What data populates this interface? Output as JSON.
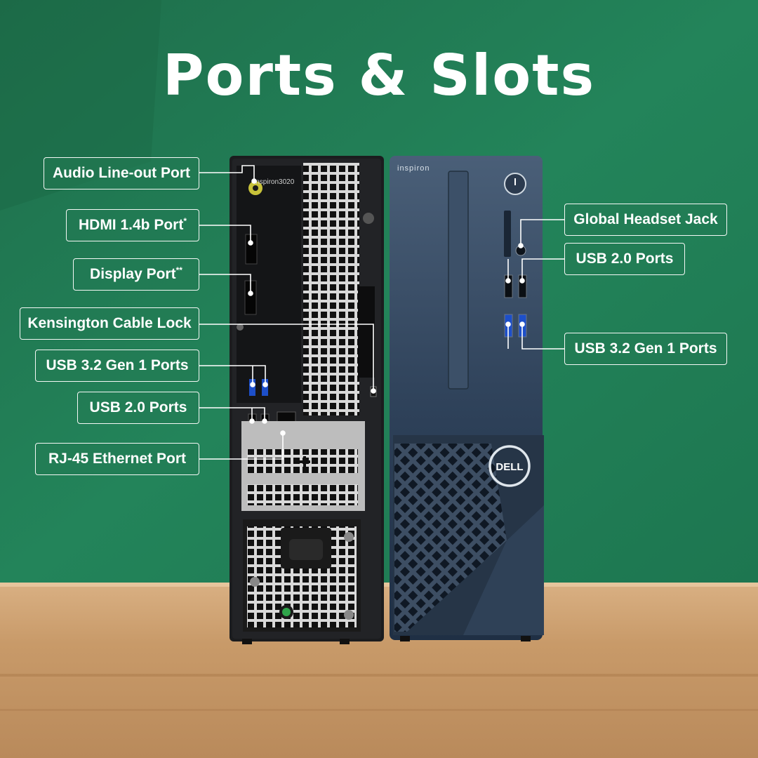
{
  "title": "Ports & Slots",
  "case_brand": "inspiron",
  "rear_model": "inspiron3020",
  "logo_text": "DELL",
  "colors": {
    "wall": "#1f7f56",
    "wood": "#c79a6a",
    "callout_fill": "#227a54",
    "front_panel": "#2b3b52",
    "rear_panel": "#1b1c1e"
  },
  "callouts_left": [
    {
      "label": "Audio Line-out Port",
      "mark": ""
    },
    {
      "label": "HDMI 1.4b Port",
      "mark": "*"
    },
    {
      "label": "Display Port",
      "mark": "**"
    },
    {
      "label": "Kensington Cable Lock",
      "mark": ""
    },
    {
      "label": "USB 3.2 Gen 1 Ports",
      "mark": ""
    },
    {
      "label": "USB 2.0 Ports",
      "mark": ""
    },
    {
      "label": "RJ-45 Ethernet Port",
      "mark": ""
    }
  ],
  "callouts_right": [
    {
      "label": "Global Headset Jack",
      "mark": ""
    },
    {
      "label": "USB 2.0 Ports",
      "mark": ""
    },
    {
      "label": "USB 3.2 Gen 1 Ports",
      "mark": ""
    }
  ]
}
